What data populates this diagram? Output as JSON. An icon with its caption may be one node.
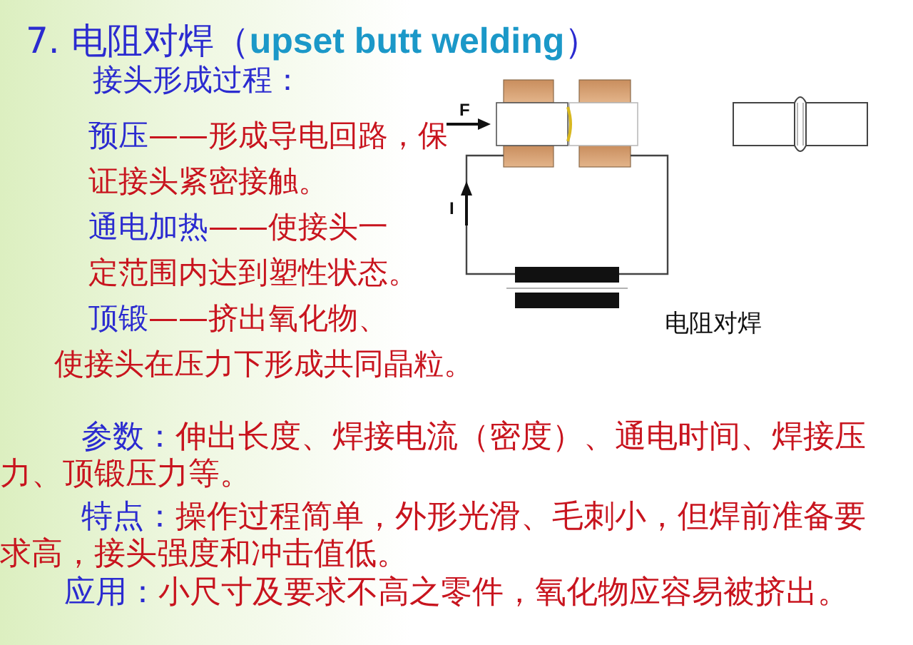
{
  "diagram": {
    "title": "7. 电阻对焊（**upset butt welding**）",
    "labels": [
      "接头形成过程：",
      "预压",
      "——形成导电回路，保证接头紧密接触。",
      "通电加热",
      "——使接头一定范围内达到塑性状态。",
      "顶锻",
      "——挤出氧化物、使接头在压力下形成共同晶粒。",
      "F",
      "I",
      "电阻对焊",
      "参数：",
      "伸出长度、焊接电流（密度）、通电时间、焊接压力、顶锻压力等。",
      "特点：",
      "操作过程简单，外形光滑、毛刺小，但焊前准备要求高，接头强度和冲击值低。",
      "应用：",
      "小尺寸及要求不高之零件，氧化物应容易被挤出。"
    ]
  }
}
